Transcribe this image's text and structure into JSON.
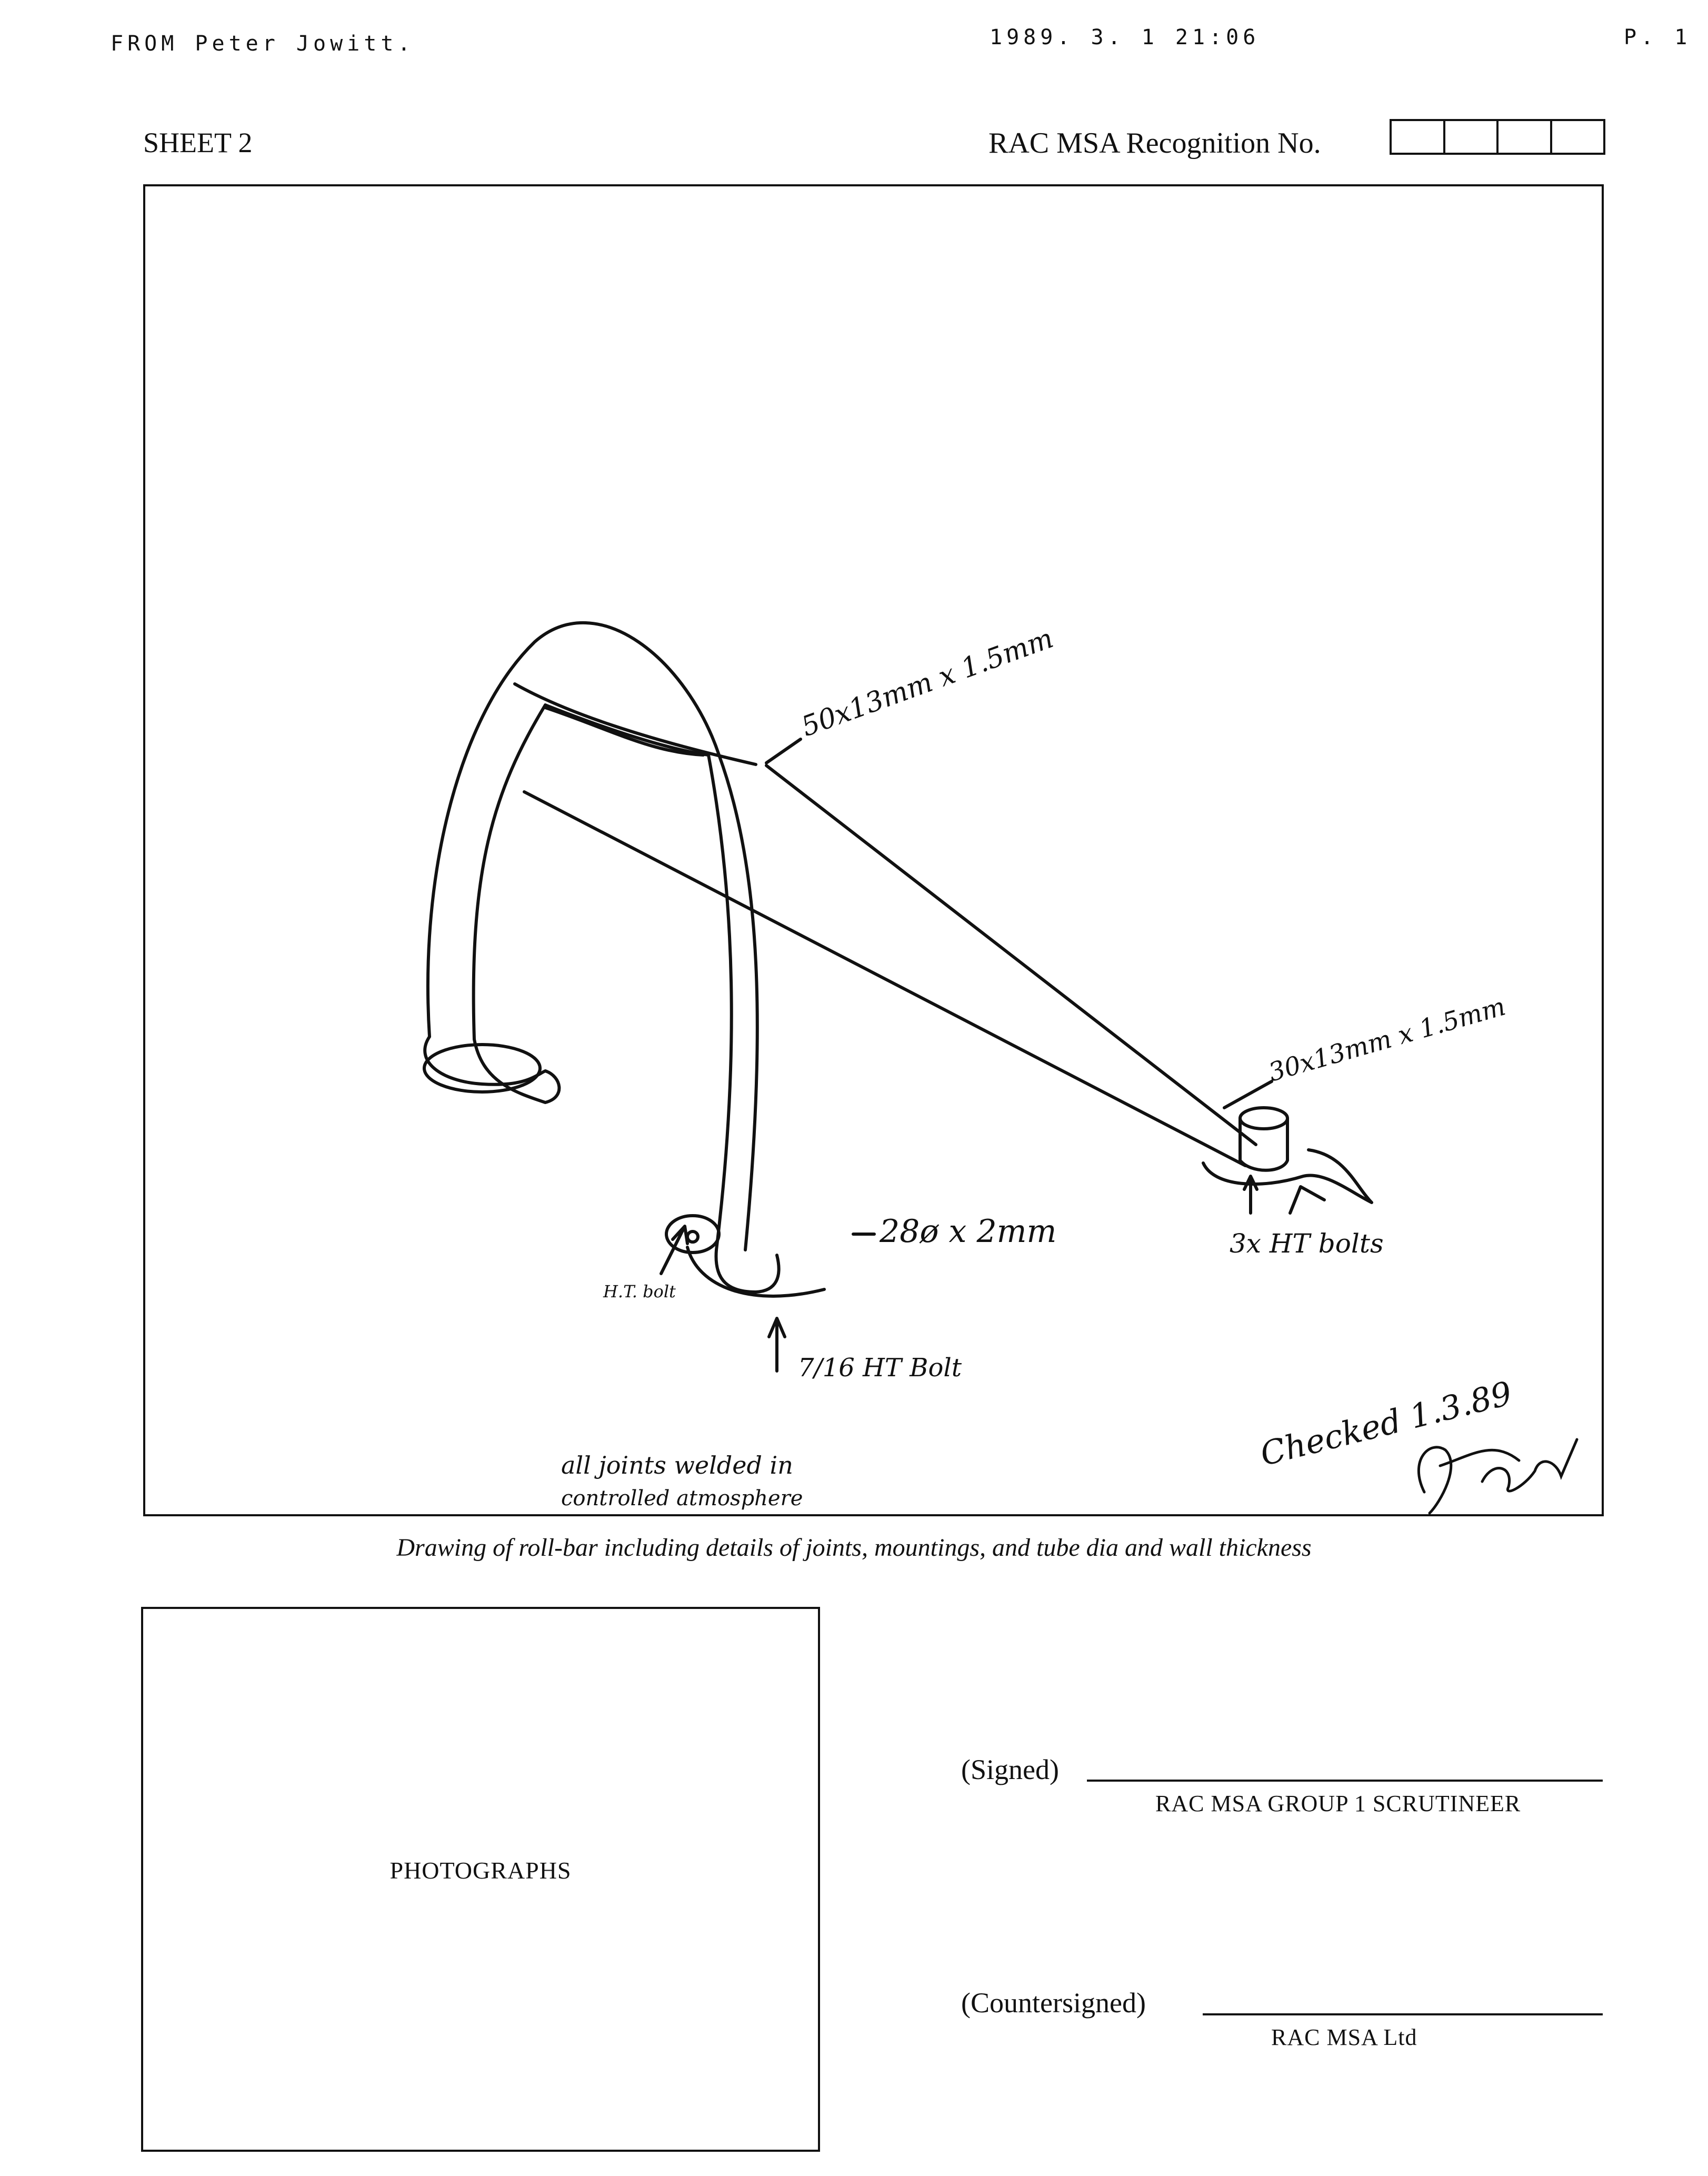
{
  "fax_header": {
    "from": "FROM Peter Jowitt.",
    "datetime": "1989. 3. 1  21:06",
    "page": "P. 1"
  },
  "sheet": {
    "label": "SHEET 2",
    "recognition_label": "RAC MSA Recognition No."
  },
  "drawing": {
    "annotations": {
      "main_hoop": "50x13mm x 1.5mm",
      "brace": "30x13mm x 1.5mm",
      "leg_tube": "28ø x 2mm",
      "ht_bolt": "H.T. bolt",
      "base_bolt": "7/16 HT Bolt",
      "brace_bolts": "3x HT bolts",
      "welds_line1": "all joints welded in",
      "welds_line2": "controlled atmosphere",
      "checked": "Checked 1.3.89"
    },
    "signature": "PJowitt"
  },
  "caption": "Drawing of roll-bar including details of joints, mountings, and tube dia and wall thickness",
  "photographs_label": "PHOTOGRAPHS",
  "signatures": {
    "signed_label": "(Signed)",
    "signed_role": "RAC MSA GROUP 1 SCRUTINEER",
    "countersigned_label": "(Countersigned)",
    "countersigned_role": "RAC MSA Ltd"
  }
}
